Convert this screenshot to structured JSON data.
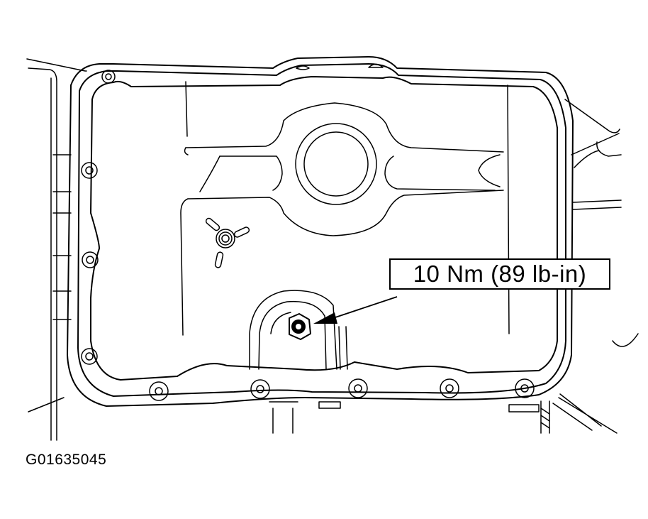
{
  "diagram": {
    "subject": "oil-pan",
    "callouts": [
      {
        "id": "drain-plug-torque",
        "label": "10 Nm (89 lb-in)",
        "points_to": "drain-plug"
      }
    ],
    "figure_id": "G01635045",
    "colors": {
      "line": "#000000",
      "background": "#ffffff"
    }
  }
}
